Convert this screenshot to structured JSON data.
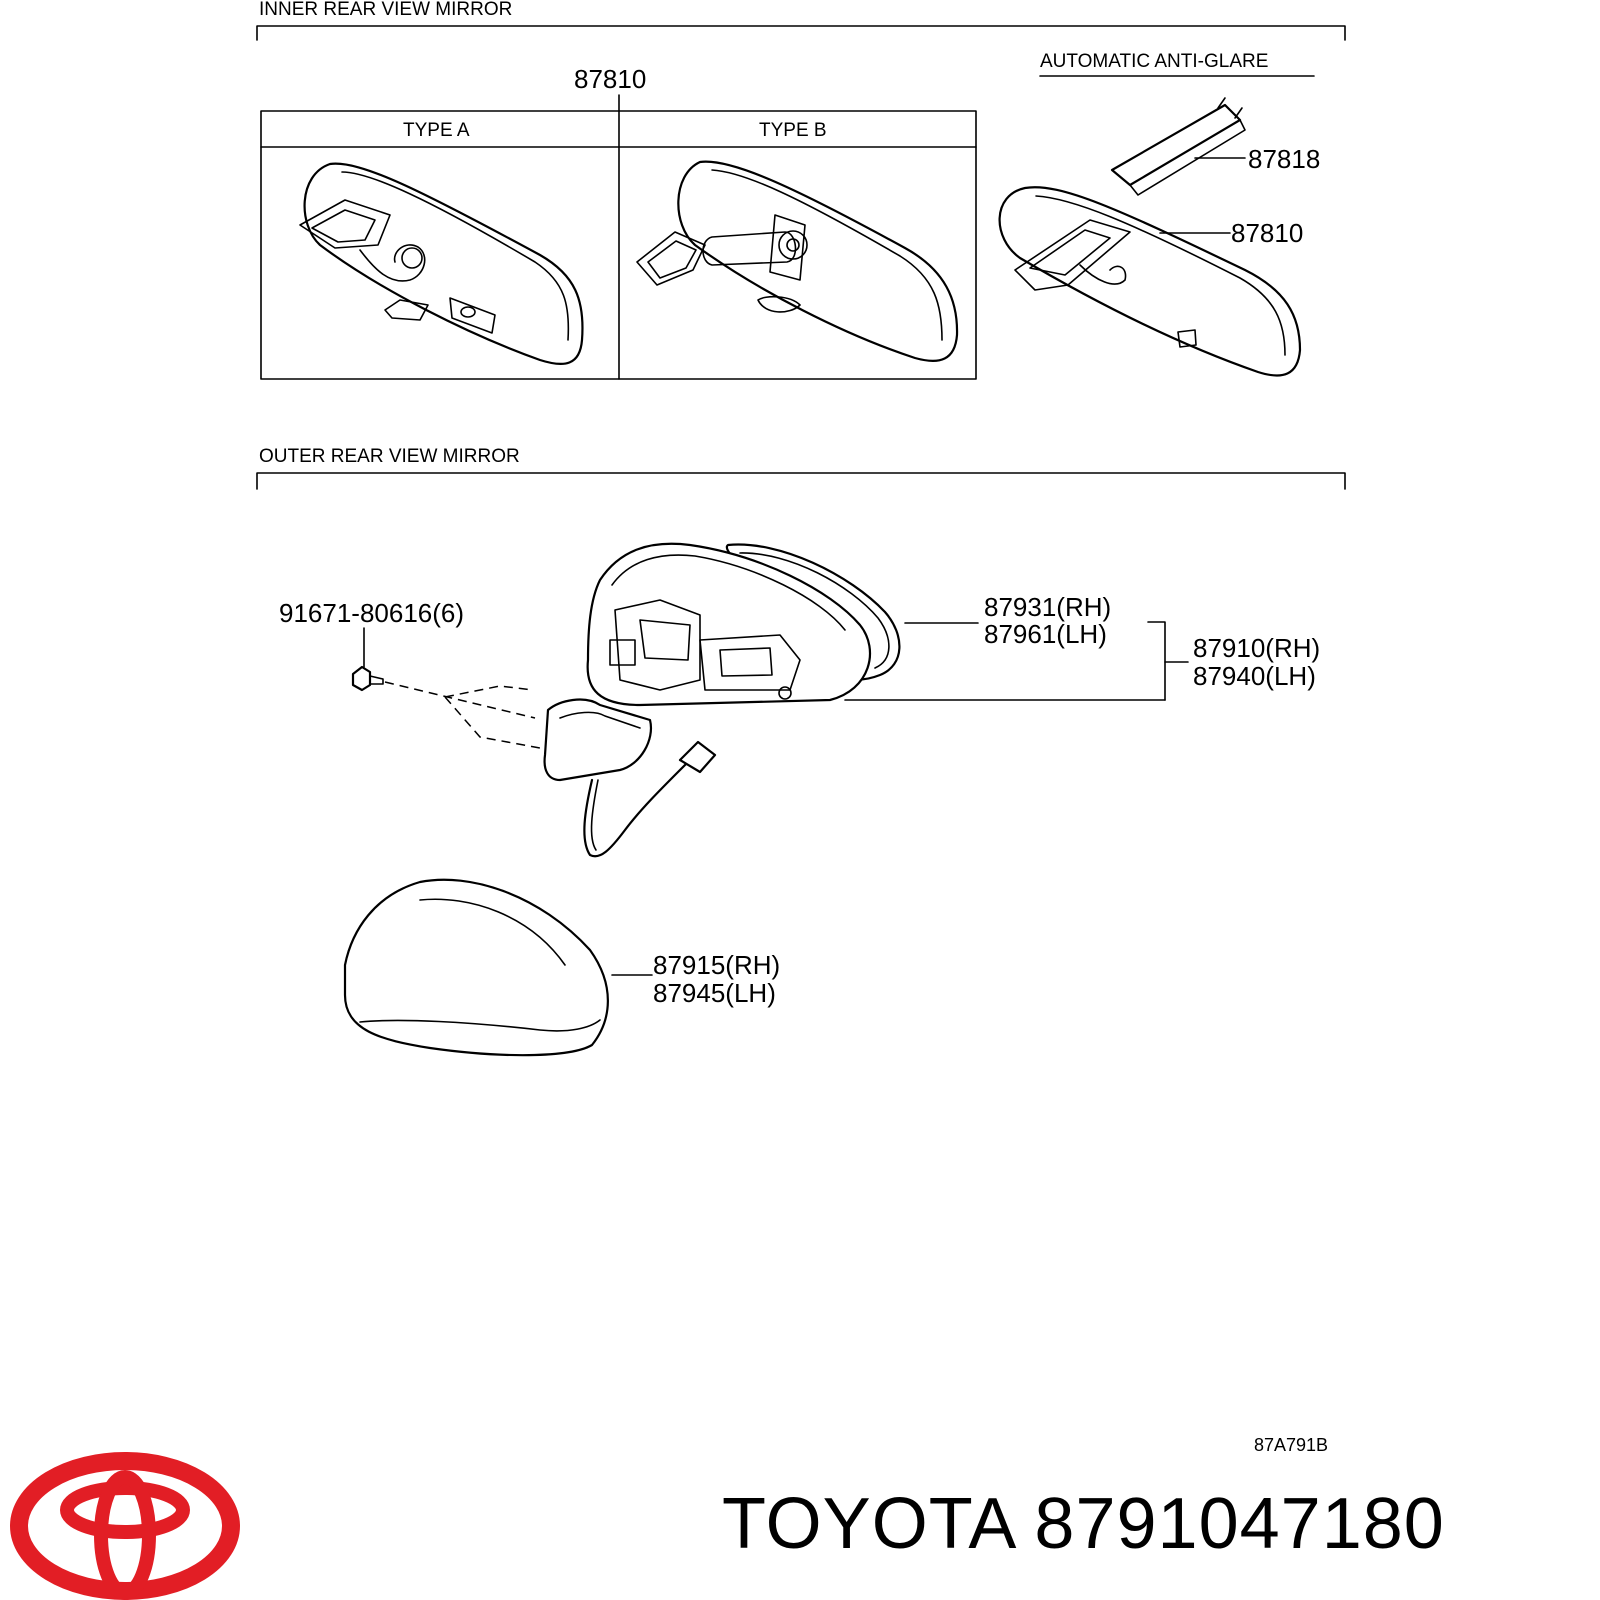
{
  "sections": {
    "inner": "INNER REAR VIEW MIRROR",
    "outer": "OUTER REAR VIEW MIRROR"
  },
  "inner": {
    "main_part": "87810",
    "type_a": "TYPE A",
    "type_b": "TYPE B",
    "anti_glare": "AUTOMATIC ANTI-GLARE",
    "part_cover": "87818",
    "part_mirror": "87810"
  },
  "outer": {
    "bolt": "91671-80616(6)",
    "glass_rh": "87931(RH)",
    "glass_lh": "87961(LH)",
    "assy_rh": "87910(RH)",
    "assy_lh": "87940(LH)",
    "cover_rh": "87915(RH)",
    "cover_lh": "87945(LH)"
  },
  "diagram_code": "87A791B",
  "footer": {
    "brand": "TOYOTA",
    "part_number": "8791047180"
  },
  "colors": {
    "logo": "#e21e25",
    "line": "#000000"
  },
  "icons": {
    "logo": "toyota-logo-icon"
  }
}
